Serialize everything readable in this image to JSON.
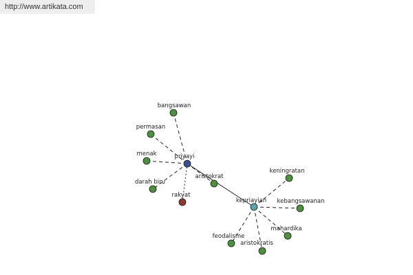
{
  "source_link": "http://www.artikata.com",
  "colors": {
    "center_node": "#3c4f8c",
    "secondary_node": "#5aa3a6",
    "related_node": "#4f8f3f",
    "antonym_node": "#8b3b34",
    "edge": "#222222"
  },
  "nodes": [
    {
      "id": "priyayi",
      "label": "priyayi",
      "kind": "center"
    },
    {
      "id": "kepriayian",
      "label": "kepriayian",
      "kind": "secondary"
    },
    {
      "id": "bangsawan",
      "label": "bangsawan",
      "kind": "related"
    },
    {
      "id": "permasan",
      "label": "permasan",
      "kind": "related"
    },
    {
      "id": "menak",
      "label": "menak",
      "kind": "related"
    },
    {
      "id": "darah-biru",
      "label": "darah biru",
      "kind": "related"
    },
    {
      "id": "rakyat",
      "label": "rakyat",
      "kind": "antonym"
    },
    {
      "id": "aristokrat",
      "label": "aristokrat",
      "kind": "related"
    },
    {
      "id": "keningratan",
      "label": "keningratan",
      "kind": "related"
    },
    {
      "id": "kebangsawanan",
      "label": "kebangsawanan",
      "kind": "related"
    },
    {
      "id": "mahardika",
      "label": "mahardika",
      "kind": "related"
    },
    {
      "id": "aristokratis",
      "label": "aristokratis",
      "kind": "related"
    },
    {
      "id": "feodalisme",
      "label": "feodalisme",
      "kind": "related"
    }
  ],
  "edges": [
    {
      "from": "priyayi",
      "to": "kepriayian",
      "style": "solid"
    },
    {
      "from": "priyayi",
      "to": "bangsawan",
      "style": "dashed"
    },
    {
      "from": "priyayi",
      "to": "permasan",
      "style": "dashed"
    },
    {
      "from": "priyayi",
      "to": "menak",
      "style": "dashed"
    },
    {
      "from": "priyayi",
      "to": "darah-biru",
      "style": "dashed"
    },
    {
      "from": "priyayi",
      "to": "rakyat",
      "style": "dotted"
    },
    {
      "from": "priyayi",
      "to": "aristokrat",
      "style": "dashed"
    },
    {
      "from": "kepriayian",
      "to": "keningratan",
      "style": "dashed"
    },
    {
      "from": "kepriayian",
      "to": "kebangsawanan",
      "style": "dashed"
    },
    {
      "from": "kepriayian",
      "to": "mahardika",
      "style": "dashed"
    },
    {
      "from": "kepriayian",
      "to": "aristokratis",
      "style": "dashed"
    },
    {
      "from": "kepriayian",
      "to": "feodalisme",
      "style": "dashed"
    }
  ]
}
